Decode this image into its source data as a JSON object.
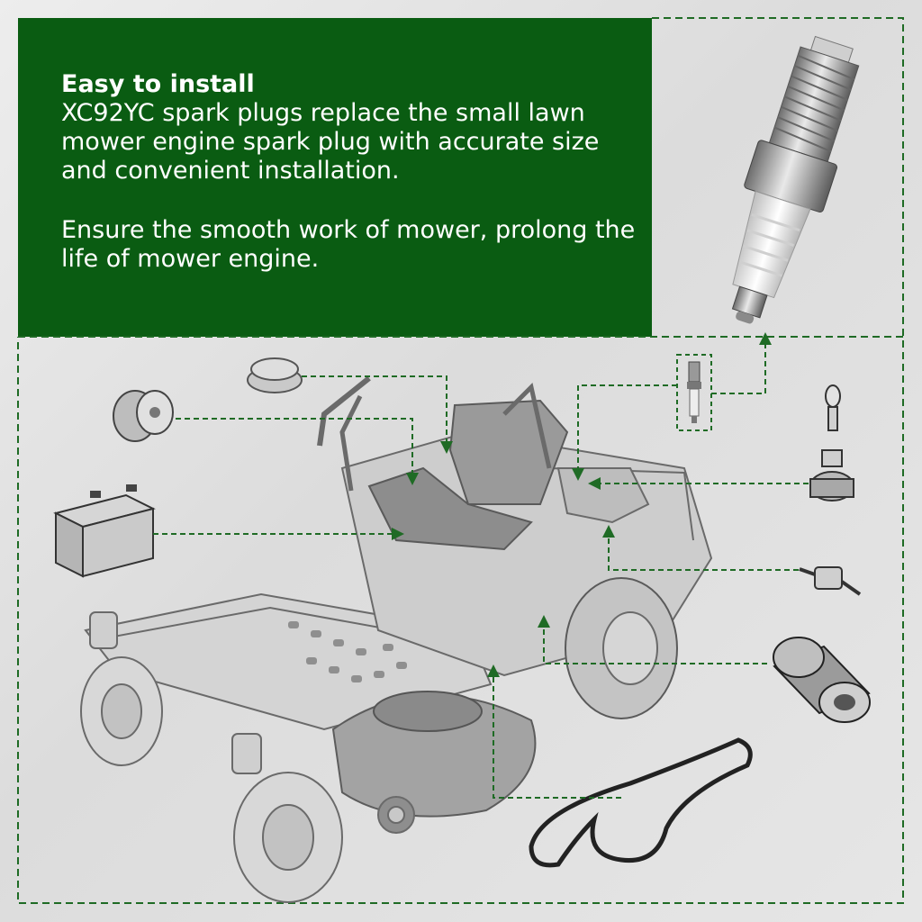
{
  "panel": {
    "heading": "Easy to install",
    "paragraph_1": "XC92YC spark plugs replace the small lawn mower engine spark plug with accurate size and convenient installation.",
    "paragraph_2": "Ensure the smooth work of mower, prolong the life of mower engine."
  },
  "colors": {
    "panel_green": "#0a5c12",
    "dashed_line": "#1f6b25",
    "background": "#e3e3e3"
  },
  "parts": [
    {
      "name": "spark-plug"
    },
    {
      "name": "gas-cap"
    },
    {
      "name": "oil-filter"
    },
    {
      "name": "battery"
    },
    {
      "name": "ignition-key"
    },
    {
      "name": "ignition-switch"
    },
    {
      "name": "fuel-filter"
    },
    {
      "name": "air-filter"
    },
    {
      "name": "drive-belt"
    }
  ]
}
